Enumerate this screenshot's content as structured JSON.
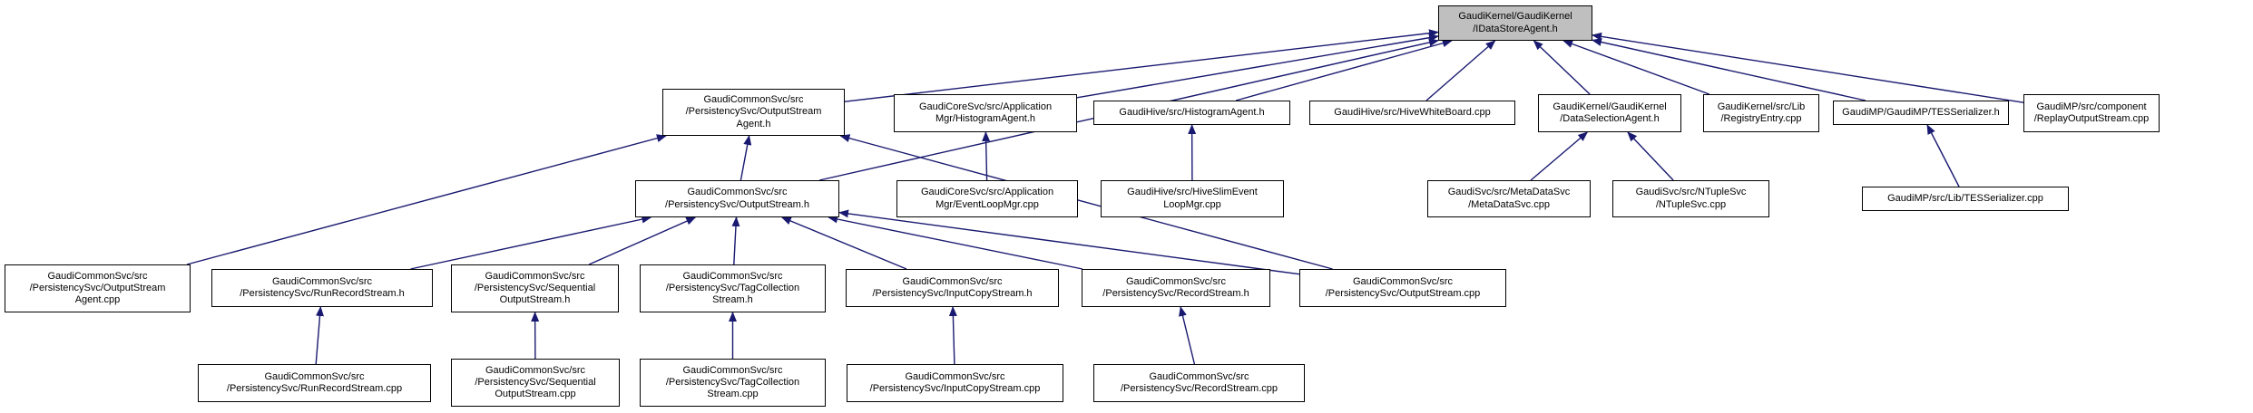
{
  "diagram": {
    "type": "include-dependency-graph",
    "edge_color": "#191970",
    "node_border_color": "#000000",
    "node_fill": "#ffffff",
    "root_fill": "#bfbfbf",
    "background": "#ffffff",
    "nodes": [
      {
        "id": "root",
        "label": "GaudiKernel/GaudiKernel\n/IDataStoreAgent.h",
        "role": "root"
      },
      {
        "id": "osagent_h",
        "label": "GaudiCommonSvc/src\n/PersistencySvc/OutputStream\nAgent.h"
      },
      {
        "id": "coresvc_histagent",
        "label": "GaudiCoreSvc/src/Application\nMgr/HistogramAgent.h"
      },
      {
        "id": "hive_histagent",
        "label": "GaudiHive/src/HistogramAgent.h"
      },
      {
        "id": "hive_whiteboard",
        "label": "GaudiHive/src/HiveWhiteBoard.cpp"
      },
      {
        "id": "dataselagent",
        "label": "GaudiKernel/GaudiKernel\n/DataSelectionAgent.h"
      },
      {
        "id": "registryentry",
        "label": "GaudiKernel/src/Lib\n/RegistryEntry.cpp"
      },
      {
        "id": "tesserializer_h",
        "label": "GaudiMP/GaudiMP/TESSerializer.h"
      },
      {
        "id": "replayoutput",
        "label": "GaudiMP/src/component\n/ReplayOutputStream.cpp"
      },
      {
        "id": "outputstream_h",
        "label": "GaudiCommonSvc/src\n/PersistencySvc/OutputStream.h"
      },
      {
        "id": "eventloopmgr",
        "label": "GaudiCoreSvc/src/Application\nMgr/EventLoopMgr.cpp"
      },
      {
        "id": "hiveslim",
        "label": "GaudiHive/src/HiveSlimEvent\nLoopMgr.cpp"
      },
      {
        "id": "metadatasvc",
        "label": "GaudiSvc/src/MetaDataSvc\n/MetaDataSvc.cpp"
      },
      {
        "id": "ntuplesvc",
        "label": "GaudiSvc/src/NTupleSvc\n/NTupleSvc.cpp"
      },
      {
        "id": "tesserializer_cpp",
        "label": "GaudiMP/src/Lib/TESSerializer.cpp"
      },
      {
        "id": "osagent_cpp",
        "label": "GaudiCommonSvc/src\n/PersistencySvc/OutputStream\nAgent.cpp"
      },
      {
        "id": "runrecord_h",
        "label": "GaudiCommonSvc/src\n/PersistencySvc/RunRecordStream.h"
      },
      {
        "id": "seqoutput_h",
        "label": "GaudiCommonSvc/src\n/PersistencySvc/Sequential\nOutputStream.h"
      },
      {
        "id": "tagcoll_h",
        "label": "GaudiCommonSvc/src\n/PersistencySvc/TagCollection\nStream.h"
      },
      {
        "id": "inputcopy_h",
        "label": "GaudiCommonSvc/src\n/PersistencySvc/InputCopyStream.h"
      },
      {
        "id": "record_h",
        "label": "GaudiCommonSvc/src\n/PersistencySvc/RecordStream.h"
      },
      {
        "id": "outputstream_cpp",
        "label": "GaudiCommonSvc/src\n/PersistencySvc/OutputStream.cpp"
      },
      {
        "id": "runrecord_cpp",
        "label": "GaudiCommonSvc/src\n/PersistencySvc/RunRecordStream.cpp"
      },
      {
        "id": "seqoutput_cpp",
        "label": "GaudiCommonSvc/src\n/PersistencySvc/Sequential\nOutputStream.cpp"
      },
      {
        "id": "tagcoll_cpp",
        "label": "GaudiCommonSvc/src\n/PersistencySvc/TagCollection\nStream.cpp"
      },
      {
        "id": "inputcopy_cpp",
        "label": "GaudiCommonSvc/src\n/PersistencySvc/InputCopyStream.cpp"
      },
      {
        "id": "record_cpp",
        "label": "GaudiCommonSvc/src\n/PersistencySvc/RecordStream.cpp"
      }
    ],
    "edges": [
      {
        "from": "osagent_h",
        "to": "root"
      },
      {
        "from": "outputstream_h",
        "to": "root"
      },
      {
        "from": "coresvc_histagent",
        "to": "root"
      },
      {
        "from": "hive_histagent",
        "to": "root"
      },
      {
        "from": "hive_whiteboard",
        "to": "root"
      },
      {
        "from": "dataselagent",
        "to": "root"
      },
      {
        "from": "registryentry",
        "to": "root"
      },
      {
        "from": "tesserializer_h",
        "to": "root"
      },
      {
        "from": "replayoutput",
        "to": "root"
      },
      {
        "from": "osagent_cpp",
        "to": "osagent_h"
      },
      {
        "from": "outputstream_h",
        "to": "osagent_h"
      },
      {
        "from": "outputstream_cpp",
        "to": "osagent_h"
      },
      {
        "from": "eventloopmgr",
        "to": "coresvc_histagent"
      },
      {
        "from": "hiveslim",
        "to": "hive_histagent"
      },
      {
        "from": "metadatasvc",
        "to": "dataselagent"
      },
      {
        "from": "ntuplesvc",
        "to": "dataselagent"
      },
      {
        "from": "tesserializer_cpp",
        "to": "tesserializer_h"
      },
      {
        "from": "runrecord_h",
        "to": "outputstream_h"
      },
      {
        "from": "seqoutput_h",
        "to": "outputstream_h"
      },
      {
        "from": "tagcoll_h",
        "to": "outputstream_h"
      },
      {
        "from": "inputcopy_h",
        "to": "outputstream_h"
      },
      {
        "from": "record_h",
        "to": "outputstream_h"
      },
      {
        "from": "outputstream_cpp",
        "to": "outputstream_h"
      },
      {
        "from": "runrecord_cpp",
        "to": "runrecord_h"
      },
      {
        "from": "seqoutput_cpp",
        "to": "seqoutput_h"
      },
      {
        "from": "tagcoll_cpp",
        "to": "tagcoll_h"
      },
      {
        "from": "inputcopy_cpp",
        "to": "inputcopy_h"
      },
      {
        "from": "record_cpp",
        "to": "record_h"
      }
    ]
  }
}
